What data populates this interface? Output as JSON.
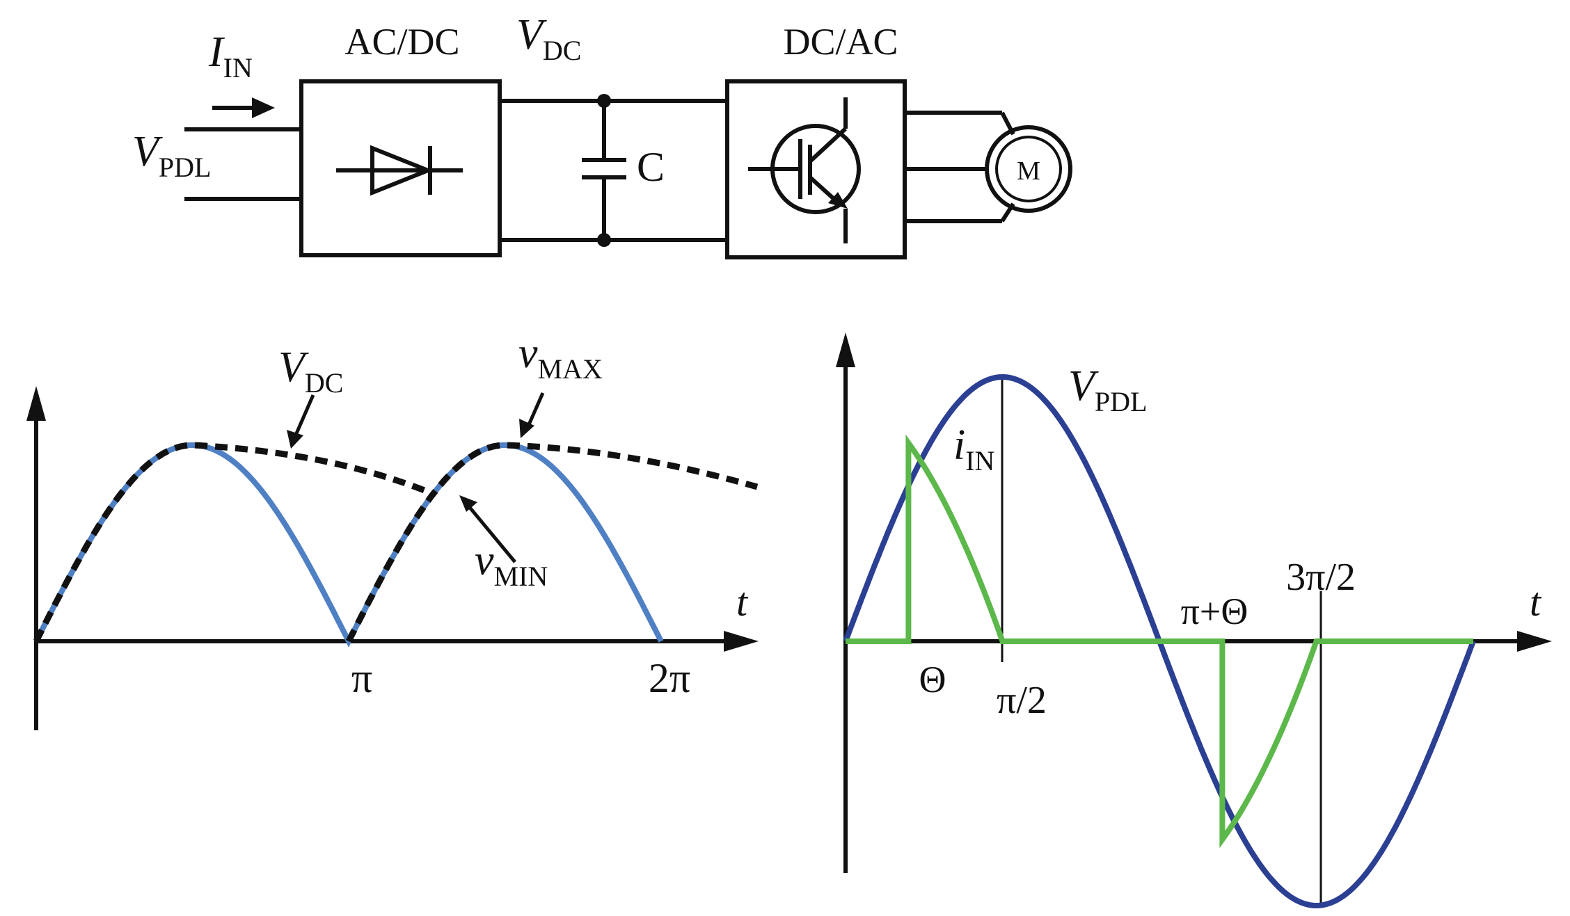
{
  "colors": {
    "ink": "#111111",
    "blue": "#4f80c4",
    "navy": "#2b3f93",
    "green": "#5cb84a",
    "dash": "#111111"
  },
  "circuit": {
    "input_current": {
      "main": "I",
      "sub": "IN"
    },
    "input_voltage": {
      "main": "V",
      "sub": "PDL"
    },
    "rectifier_label": "AC/DC",
    "dc_bus_voltage": {
      "main": "V",
      "sub": "DC"
    },
    "capacitor_label": "C",
    "inverter_label": "DC/AC",
    "motor_label": "M",
    "icons": [
      "arrow-right-icon",
      "diode-icon",
      "capacitor-icon",
      "igbt-icon",
      "motor-icon"
    ]
  },
  "left_plot": {
    "vdc_label": {
      "main": "V",
      "sub": "DC"
    },
    "vmax_label": {
      "main": "v",
      "sub": "MAX"
    },
    "vmin_label": {
      "main": "v",
      "sub": "MIN"
    },
    "t_label": "t",
    "ticks": [
      "π",
      "2π"
    ]
  },
  "right_plot": {
    "vpdl_label": {
      "main": "V",
      "sub": "PDL"
    },
    "iin_label": {
      "main": "i",
      "sub": "IN"
    },
    "t_label": "t",
    "ticks": [
      "Θ",
      "π/2",
      "π+Θ",
      "3π/2"
    ]
  }
}
